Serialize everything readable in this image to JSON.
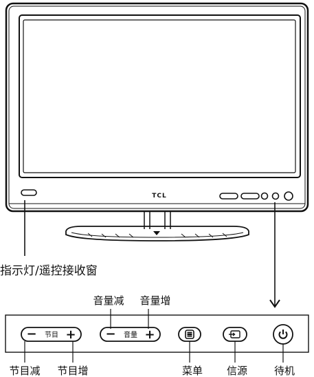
{
  "monitor": {
    "brand_logo": "TCL"
  },
  "labels": {
    "indicator": "指示灯/遥控接收窗",
    "volume_down": "音量减",
    "volume_up": "音量增",
    "channel_down": "节目减",
    "channel_up": "节目增",
    "menu": "菜单",
    "source": "信源",
    "standby": "待机"
  },
  "control_panel": {
    "channel_group_text": "节目",
    "volume_group_text": "音量",
    "minus_symbol": "−",
    "plus_symbol": "+"
  },
  "icons": {
    "menu": "menu-lines-icon",
    "source": "source-input-icon",
    "standby": "power-icon"
  },
  "colors": {
    "line": "#111111",
    "bezel": "#ffffff",
    "background": "#ffffff"
  }
}
